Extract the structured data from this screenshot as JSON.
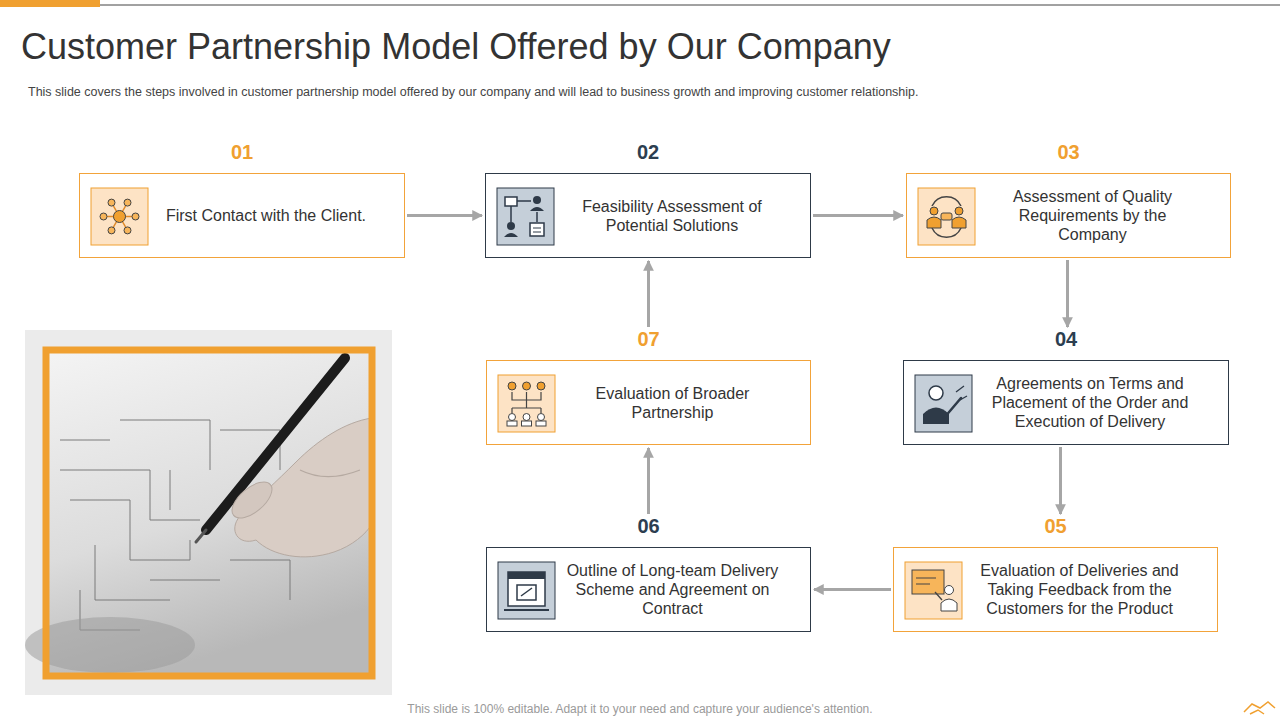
{
  "diagram": {
    "title": "Customer Partnership Model Offered by Our Company",
    "nodes": [
      {
        "text": [
          "01",
          "First Contact with the Client."
        ]
      },
      {
        "text": [
          "02",
          "Feasibility Assessment of Potential Solutions"
        ]
      },
      {
        "text": [
          "03",
          "Assessment of Quality Requirements by the Company"
        ]
      },
      {
        "text": [
          "04",
          "Agreements on Terms and Placement of the Order and Execution of Delivery"
        ]
      },
      {
        "text": [
          "05",
          "Evaluation of Deliveries and Taking Feedback from the Customers for the Product"
        ]
      },
      {
        "text": [
          "06",
          "Outline of Long-team Delivery Scheme and Agreement on Contract"
        ]
      },
      {
        "text": [
          "07",
          "Evaluation of Broader Partnership"
        ]
      }
    ],
    "edges": [
      {
        "from": 0,
        "to": 1,
        "arrow": "to"
      },
      {
        "from": 1,
        "to": 2,
        "arrow": "to"
      },
      {
        "from": 2,
        "to": 3,
        "arrow": "to"
      },
      {
        "from": 3,
        "to": 4,
        "arrow": "to"
      },
      {
        "from": 4,
        "to": 5,
        "arrow": "to"
      },
      {
        "from": 5,
        "to": 6,
        "arrow": "to"
      },
      {
        "from": 6,
        "to": 1,
        "arrow": "to"
      }
    ],
    "labels": [
      "This slide covers the steps involved in customer partnership model offered by our company and will lead to business growth and improving customer relationship.",
      "This slide is 100% editable. Adapt it to your need and capture your audience's attention."
    ]
  }
}
